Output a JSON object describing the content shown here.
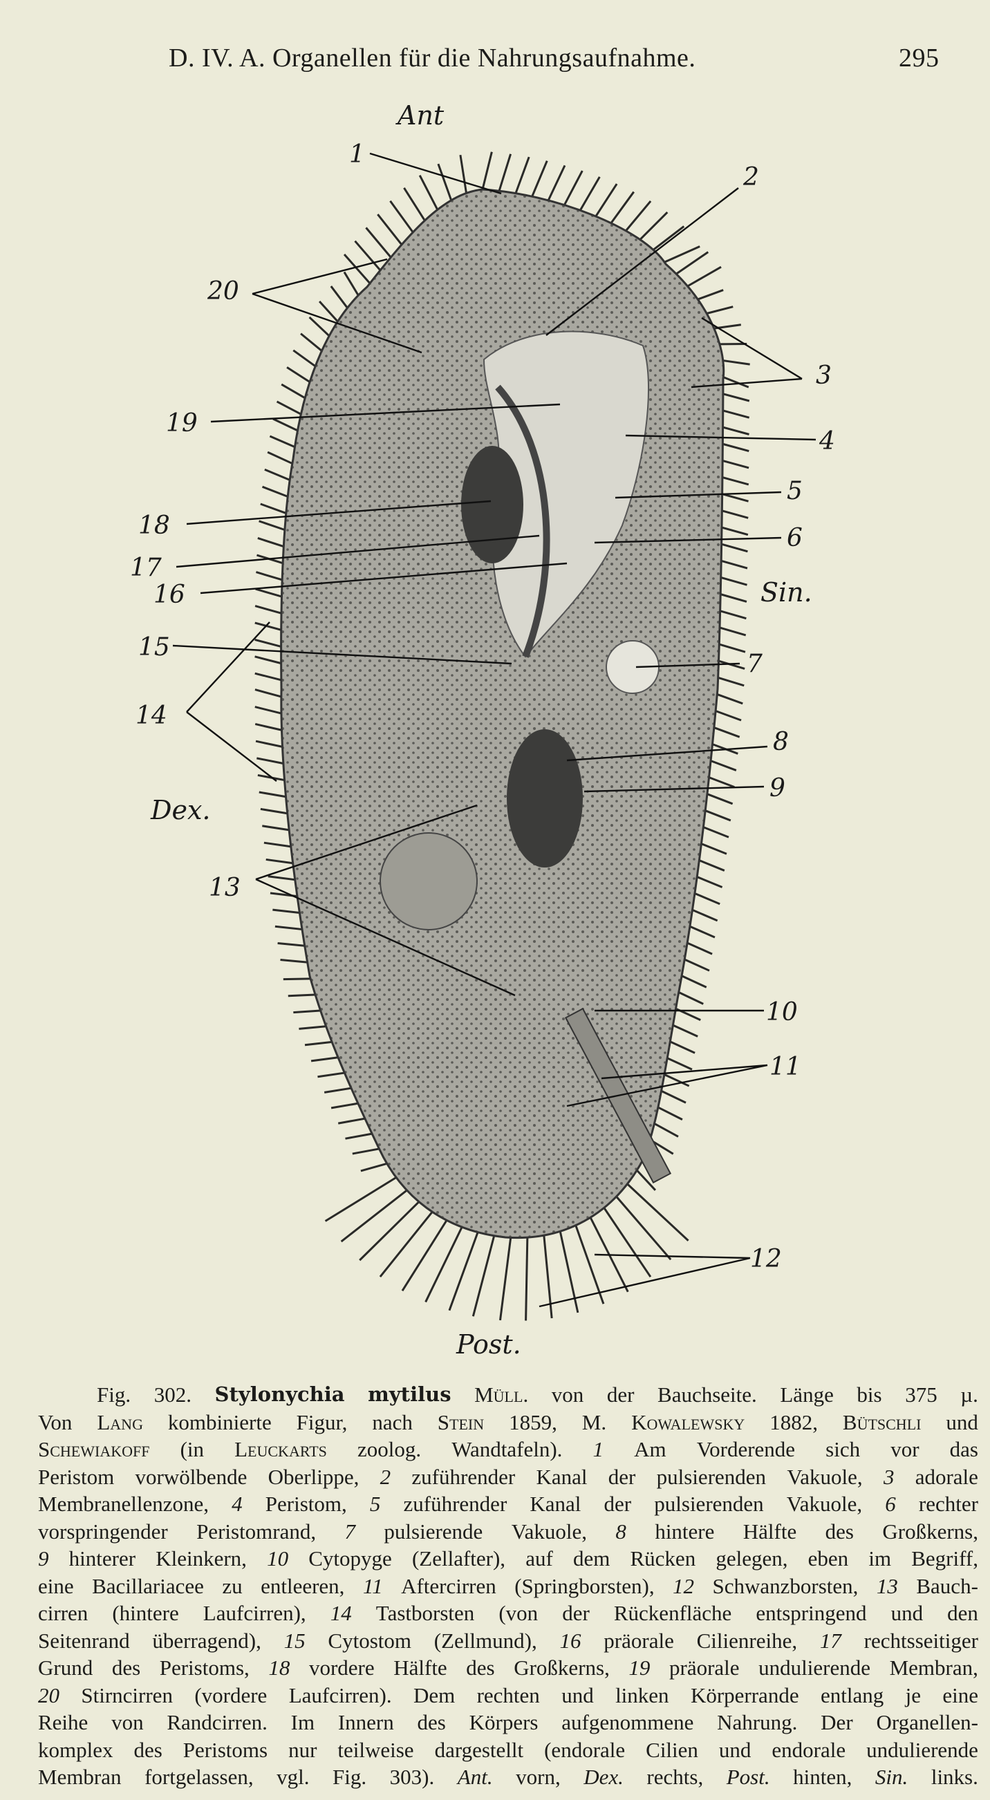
{
  "header": {
    "title": "D. IV. A. Organellen für die Nahrungsaufnahme.",
    "page_number": "295"
  },
  "figure": {
    "directions": {
      "ant": "Ant",
      "post": "Post.",
      "dex": "Dex.",
      "sin": "Sin."
    },
    "labels": [
      "1",
      "2",
      "3",
      "4",
      "5",
      "6",
      "7",
      "8",
      "9",
      "10",
      "11",
      "12",
      "13",
      "14",
      "15",
      "16",
      "17",
      "18",
      "19",
      "20"
    ],
    "colors": {
      "body": "#a9a8a0",
      "stipple": "#3a3a38",
      "peristom": "#d9d8cf",
      "nucleus": "#3c3c3a"
    }
  },
  "caption": {
    "lines": [
      [
        {
          "t": "Fig. 302."
        },
        {
          "t": "Stylonychia mytilus",
          "s": "b"
        },
        {
          "t": "Müll.",
          "s": "sc"
        },
        {
          "t": "von der Bauchseite."
        },
        {
          "t": "Länge bis 375 µ."
        }
      ],
      [
        {
          "t": "Von"
        },
        {
          "t": "Lang",
          "s": "sc"
        },
        {
          "t": "kombinierte Figur, nach"
        },
        {
          "t": "Stein",
          "s": "sc"
        },
        {
          "t": "1859, M."
        },
        {
          "t": "Kowalewsky",
          "s": "sc"
        },
        {
          "t": "1882,"
        },
        {
          "t": "Bütschli",
          "s": "sc"
        },
        {
          "t": "und"
        }
      ],
      [
        {
          "t": "Schewiakoff",
          "s": "sc"
        },
        {
          "t": "(in"
        },
        {
          "t": "Leuckarts",
          "s": "sc"
        },
        {
          "t": "zoolog. Wandtafeln)."
        },
        {
          "t": "1",
          "s": "i"
        },
        {
          "t": "Am Vorderende sich vor das"
        }
      ],
      [
        {
          "t": "Peristom vorwölbende Oberlippe,"
        },
        {
          "t": "2",
          "s": "i"
        },
        {
          "t": "zuführender Kanal der pulsierenden Vakuole,"
        },
        {
          "t": "3",
          "s": "i"
        },
        {
          "t": "adorale"
        }
      ],
      [
        {
          "t": "Membranellenzone,"
        },
        {
          "t": "4",
          "s": "i"
        },
        {
          "t": "Peristom,"
        },
        {
          "t": "5",
          "s": "i"
        },
        {
          "t": "zuführender Kanal der pulsierenden Vakuole,"
        },
        {
          "t": "6",
          "s": "i"
        },
        {
          "t": "rechter"
        }
      ],
      [
        {
          "t": "vorspringender Peristomrand,"
        },
        {
          "t": "7",
          "s": "i"
        },
        {
          "t": "pulsierende Vakuole,"
        },
        {
          "t": "8",
          "s": "i"
        },
        {
          "t": "hintere Hälfte des Großkerns,"
        }
      ],
      [
        {
          "t": "9",
          "s": "i"
        },
        {
          "t": "hinterer Kleinkern,"
        },
        {
          "t": "10",
          "s": "i"
        },
        {
          "t": "Cytopyge (Zellafter), auf dem Rücken gelegen, eben im Begriff,"
        }
      ],
      [
        {
          "t": "eine Bacillariacee zu entleeren,"
        },
        {
          "t": "11",
          "s": "i"
        },
        {
          "t": "Aftercirren (Springborsten),"
        },
        {
          "t": "12",
          "s": "i"
        },
        {
          "t": "Schwanzborsten,"
        },
        {
          "t": "13",
          "s": "i"
        },
        {
          "t": "Bauch-"
        }
      ],
      [
        {
          "t": "cirren (hintere Laufcirren),"
        },
        {
          "t": "14",
          "s": "i"
        },
        {
          "t": "Tastborsten (von der Rückenfläche entspringend und den"
        }
      ],
      [
        {
          "t": "Seitenrand überragend),"
        },
        {
          "t": "15",
          "s": "i"
        },
        {
          "t": "Cytostom (Zellmund),"
        },
        {
          "t": "16",
          "s": "i"
        },
        {
          "t": "präorale Cilienreihe,"
        },
        {
          "t": "17",
          "s": "i"
        },
        {
          "t": "rechtsseitiger"
        }
      ],
      [
        {
          "t": "Grund des Peristoms,"
        },
        {
          "t": "18",
          "s": "i"
        },
        {
          "t": "vordere Hälfte des Großkerns,"
        },
        {
          "t": "19",
          "s": "i"
        },
        {
          "t": "präorale undulierende Membran,"
        }
      ],
      [
        {
          "t": "20",
          "s": "i"
        },
        {
          "t": "Stirncirren (vordere Laufcirren). Dem rechten und linken Körperrande entlang je eine"
        }
      ],
      [
        {
          "t": "Reihe von Randcirren. Im Innern des Körpers aufgenommene Nahrung. Der Organellen-"
        }
      ],
      [
        {
          "t": "komplex des Peristoms nur teilweise dargestellt (endorale Cilien und endorale undulierende"
        }
      ],
      [
        {
          "t": "Membran fortgelassen, vgl. Fig. 303)."
        },
        {
          "t": "Ant.",
          "s": "i"
        },
        {
          "t": "vorn,"
        },
        {
          "t": "Dex.",
          "s": "i"
        },
        {
          "t": "rechts,"
        },
        {
          "t": "Post.",
          "s": "i"
        },
        {
          "t": "hinten,"
        },
        {
          "t": "Sin.",
          "s": "i"
        },
        {
          "t": "links."
        }
      ]
    ]
  }
}
